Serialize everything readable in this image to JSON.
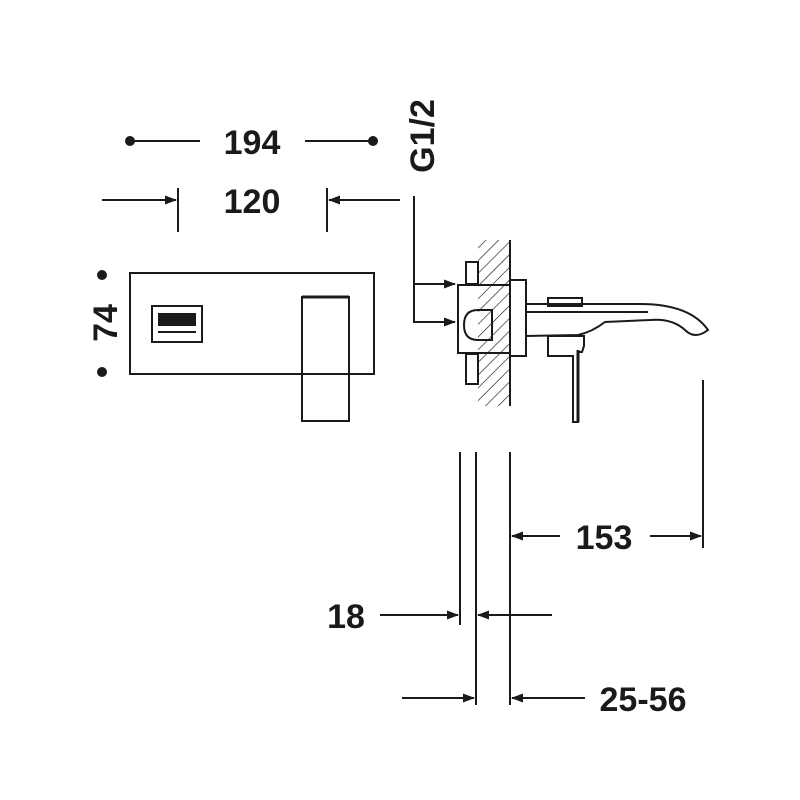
{
  "dimensions": {
    "overall_width": "194",
    "body_width": "120",
    "height": "74",
    "thread": "G1/2",
    "spout_projection": "153",
    "plate_thickness": "18",
    "wall_range": "25-56"
  },
  "colors": {
    "line": "#1a1a1a",
    "background": "#ffffff"
  }
}
